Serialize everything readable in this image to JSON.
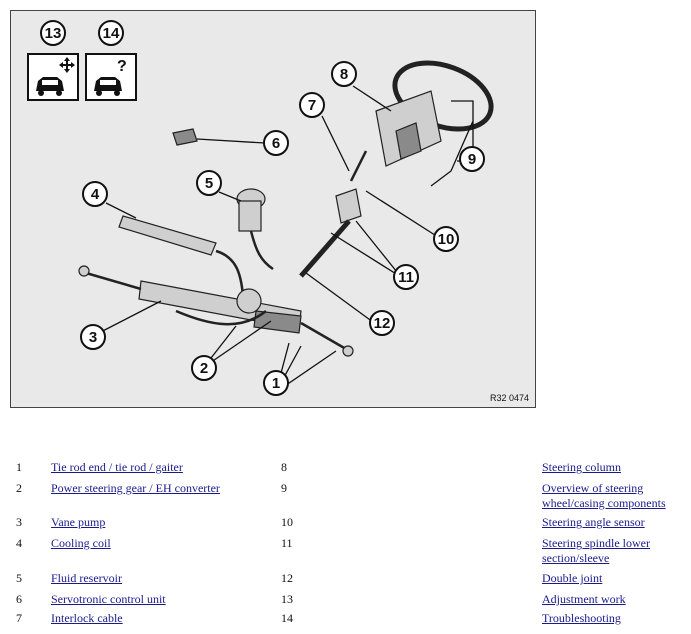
{
  "figure": {
    "reference_code": "R32 0474",
    "callouts": [
      "1",
      "2",
      "3",
      "4",
      "5",
      "6",
      "7",
      "8",
      "9",
      "10",
      "11",
      "12",
      "13",
      "14"
    ],
    "icons": {
      "adjust": "car-with-arrows-icon",
      "troubleshoot": "car-with-question-icon"
    }
  },
  "legend": [
    {
      "num": "1",
      "label": "Tie rod end / tie rod / gaiter"
    },
    {
      "num": "2",
      "label": "Power steering gear / EH converter"
    },
    {
      "num": "3",
      "label": "Vane pump"
    },
    {
      "num": "4",
      "label": "Cooling coil"
    },
    {
      "num": "5",
      "label": "Fluid reservoir"
    },
    {
      "num": "6",
      "label": "Servotronic control unit"
    },
    {
      "num": "7",
      "label": "Interlock cable"
    },
    {
      "num": "8",
      "label": "Steering column"
    },
    {
      "num": "9",
      "label": "Overview of steering wheel/casing components"
    },
    {
      "num": "10",
      "label": "Steering angle sensor"
    },
    {
      "num": "11",
      "label": "Steering spindle lower section/sleeve"
    },
    {
      "num": "12",
      "label": "Double joint"
    },
    {
      "num": "13",
      "label": "Adjustment work"
    },
    {
      "num": "14",
      "label": "Troubleshooting"
    }
  ]
}
